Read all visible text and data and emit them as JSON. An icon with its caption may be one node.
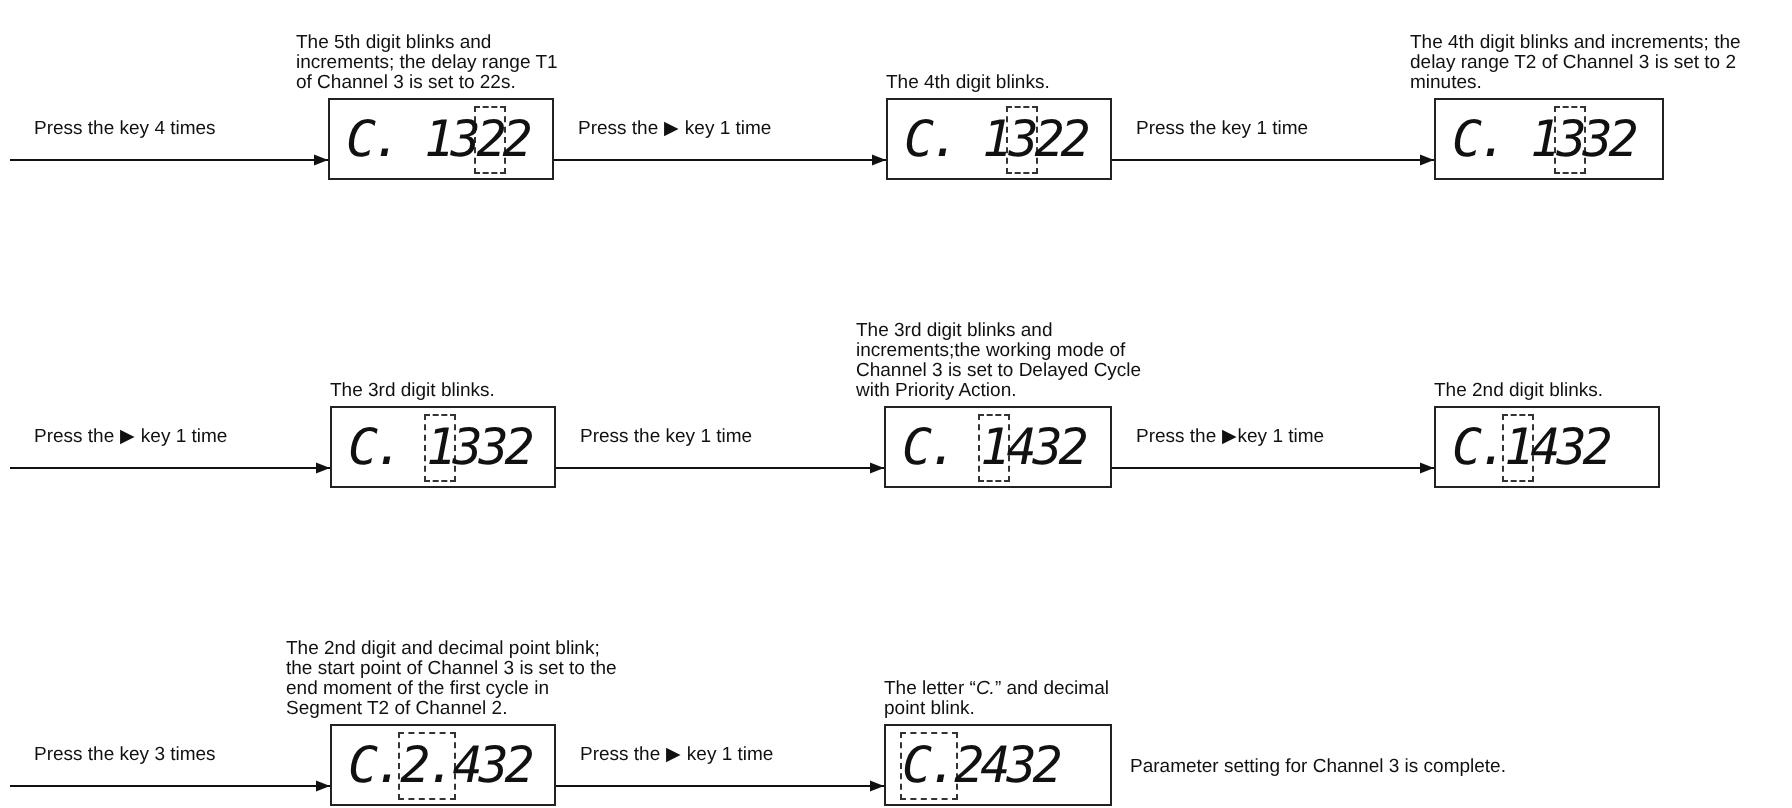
{
  "diagram": {
    "nodes": [
      {
        "text": [
          "C. 1322"
        ],
        "beside": [
          "The 5th digit blinks and increments; the delay range T1 of Channel 3 is set to 22s."
        ]
      },
      {
        "text": [
          "C. 1322"
        ],
        "beside": [
          "The 4th digit blinks."
        ]
      },
      {
        "text": [
          "C. 1332"
        ],
        "beside": [
          "The 4th digit blinks and increments; the delay range T2 of Channel 3 is set to 2 minutes."
        ]
      },
      {
        "text": [
          "C. 1332"
        ],
        "beside": [
          "The 3rd digit blinks."
        ]
      },
      {
        "text": [
          "C. 1432"
        ],
        "beside": [
          "The 3rd digit blinks and increments;the working mode of Channel 3 is set to Delayed Cycle with Priority Action."
        ]
      },
      {
        "text": [
          "C.1432"
        ],
        "beside": [
          "The 2nd digit blinks."
        ]
      },
      {
        "text": [
          "C.2.432"
        ],
        "beside": [
          "The 2nd digit and decimal point blink; the start point of Channel 3 is set to the end moment of the first cycle in Segment T2 of Channel 2."
        ]
      },
      {
        "text": [
          "C.2432"
        ],
        "beside": [
          "The letter “*C.*” and decimal point blink."
        ]
      }
    ],
    "edges": [
      {
        "from": null,
        "to": 0,
        "arrow": "to",
        "label": "Press the key 4 times"
      },
      {
        "from": 0,
        "to": 1,
        "arrow": "to",
        "label": "Press the ▶ key 1 time"
      },
      {
        "from": 1,
        "to": 2,
        "arrow": "to",
        "label": "Press the key 1 time"
      },
      {
        "from": null,
        "to": 3,
        "arrow": "to",
        "label": "Press the ▶ key 1 time"
      },
      {
        "from": 3,
        "to": 4,
        "arrow": "to",
        "label": "Press the key 1 time"
      },
      {
        "from": 4,
        "to": 5,
        "arrow": "to",
        "label": "Press the ▶key 1 time"
      },
      {
        "from": null,
        "to": 6,
        "arrow": "to",
        "label": "Press the key 3 times"
      },
      {
        "from": 6,
        "to": 7,
        "arrow": "to",
        "label": "Press the ▶ key 1 time"
      }
    ],
    "labels": [
      "Parameter setting for Channel 3 is complete."
    ]
  }
}
